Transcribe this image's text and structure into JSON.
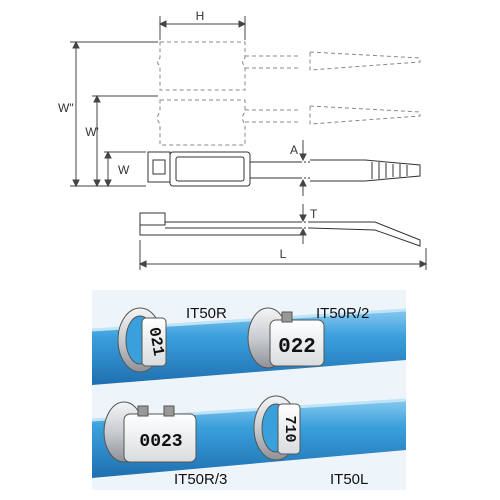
{
  "dimensions": {
    "H": "H",
    "W2": "W\"",
    "W1": "W'",
    "W": "W",
    "A": "A",
    "T": "T",
    "L": "L"
  },
  "photos": [
    {
      "model": "IT50R",
      "marker": "021"
    },
    {
      "model": "IT50R/2",
      "marker": "022"
    },
    {
      "model": "IT50R/3",
      "marker": "0023"
    },
    {
      "model": "IT50L",
      "marker": "710"
    }
  ],
  "colors": {
    "line": "#555555",
    "dashed": "#777777",
    "tube": "#3aa0dc",
    "tube_dark": "#1f6fb0",
    "panel_bg": "#f2f7fb",
    "metal": "#c9ccd0"
  }
}
